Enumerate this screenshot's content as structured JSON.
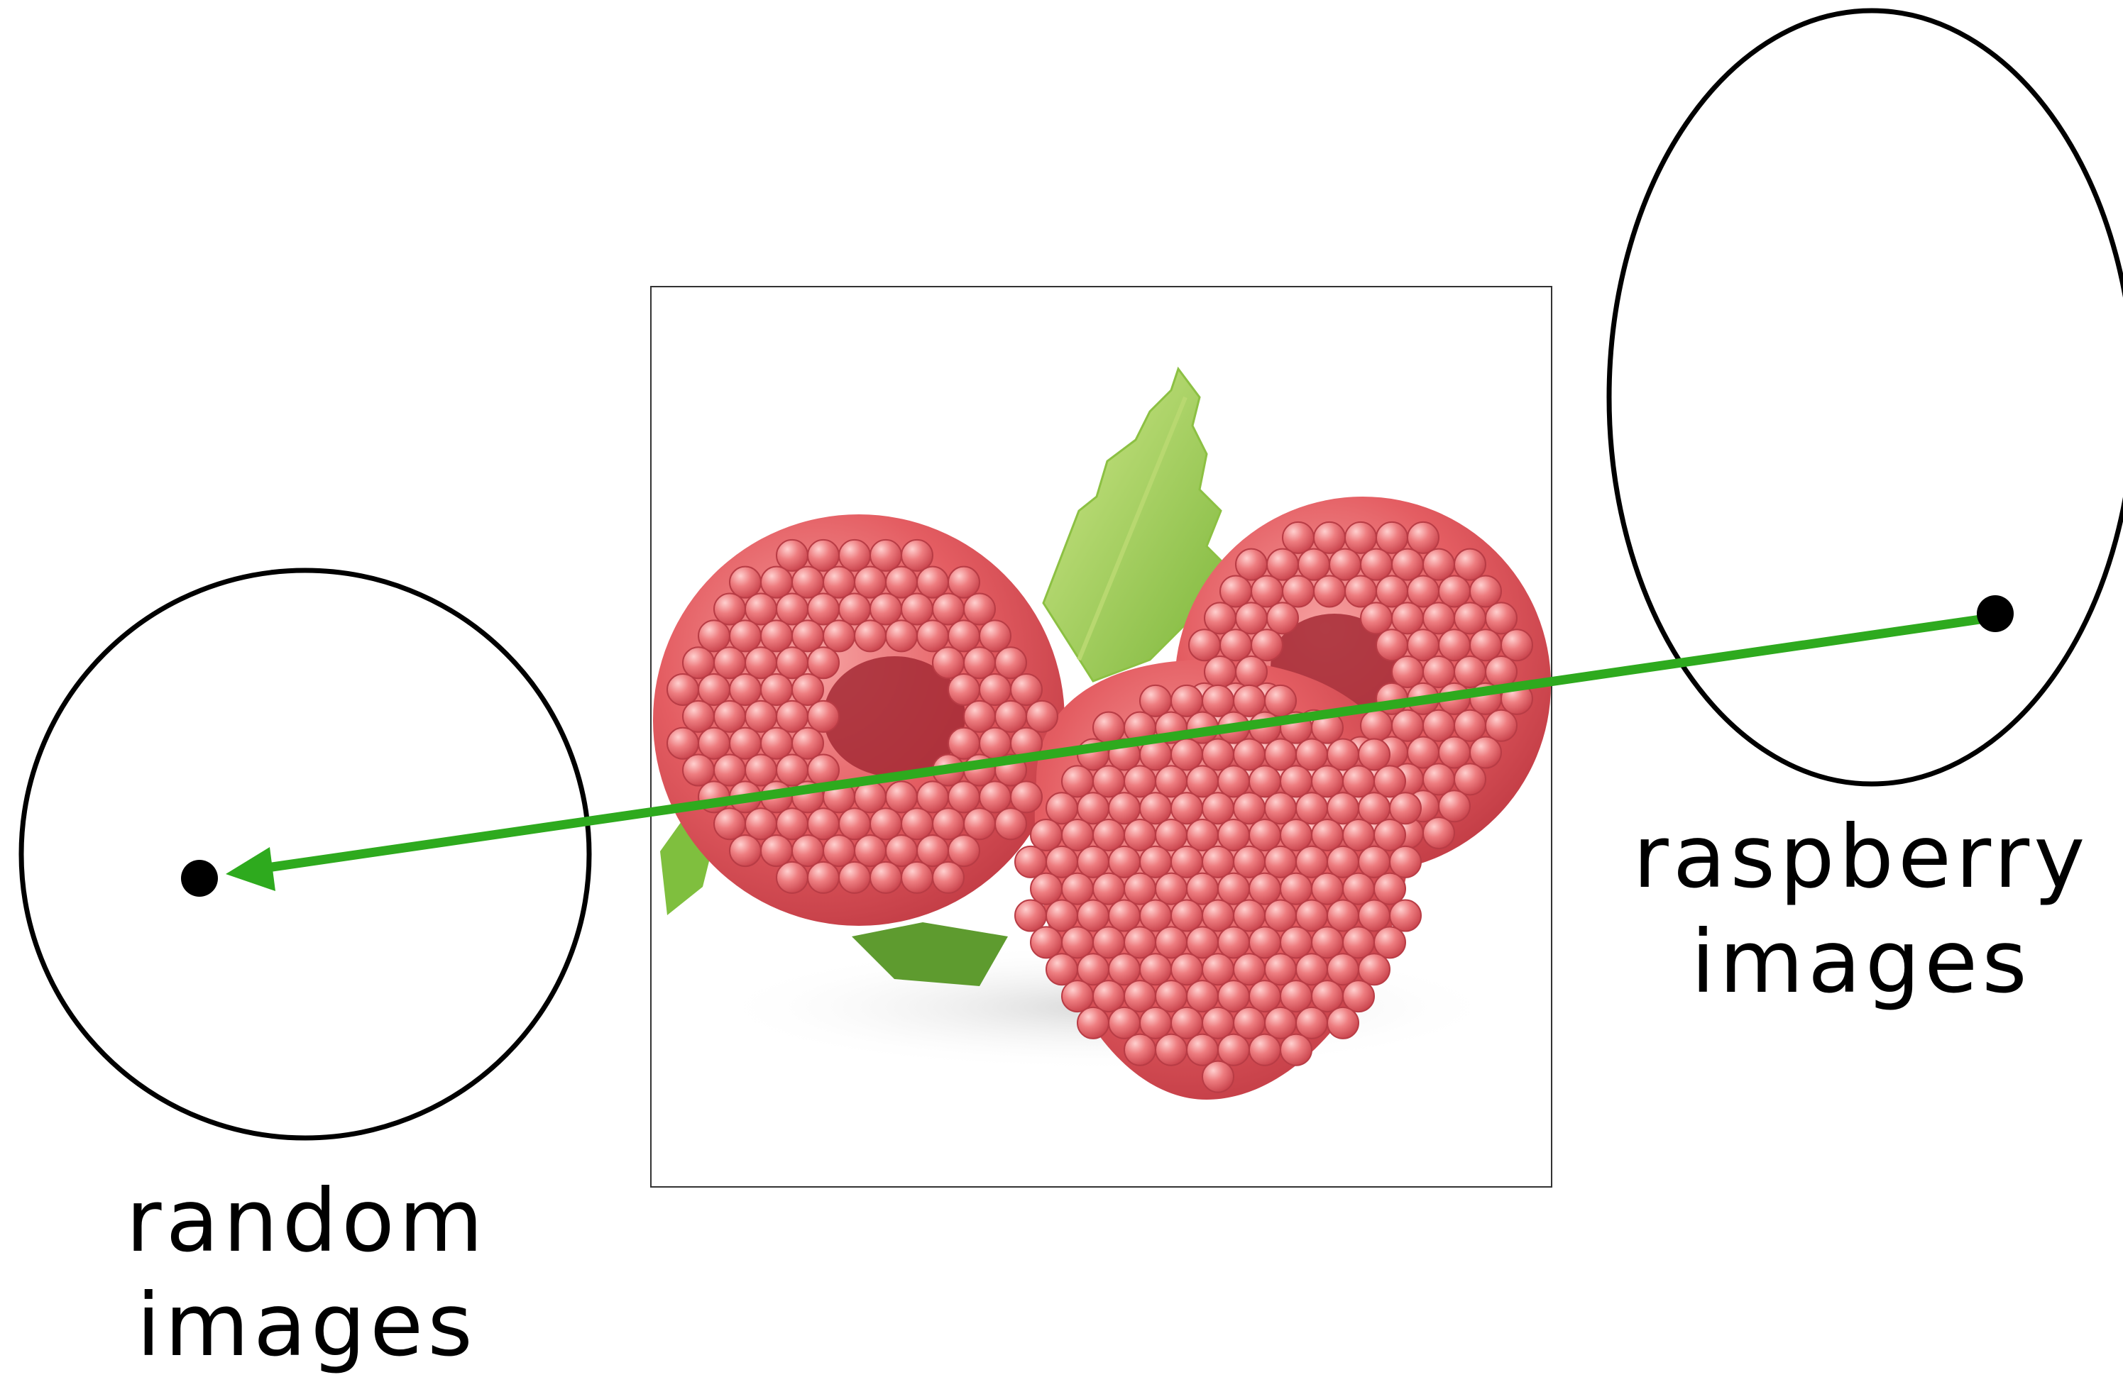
{
  "labels": {
    "random_line1": "random",
    "random_line2": "images",
    "raspberry_line1": "raspberry",
    "raspberry_line2": "images"
  },
  "colors": {
    "outline": "#000000",
    "arrow": "#2eaa1e",
    "raspberry": "#e0555a",
    "raspberry_light": "#f08a8c",
    "raspberry_dark": "#b8343c",
    "leaf": "#9fd14a",
    "leaf_dark": "#6fa82c",
    "frame": "#333333"
  }
}
